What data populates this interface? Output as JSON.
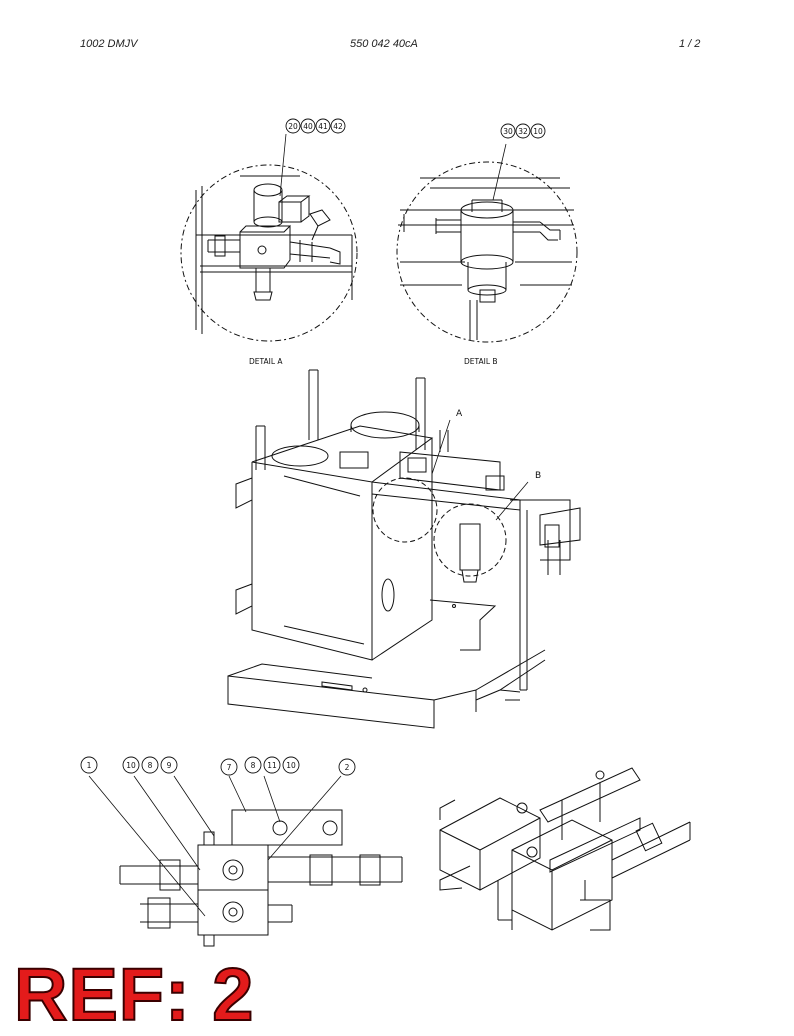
{
  "header": {
    "left": "1002 DMJV",
    "center": "550 042 40cA",
    "right": "1 /  2"
  },
  "details": {
    "a_label": "DETAIL A",
    "b_label": "DETAIL B",
    "a_balloons": [
      "20",
      "40",
      "41",
      "42"
    ],
    "b_balloons": [
      "30",
      "32",
      "10"
    ]
  },
  "main_view": {
    "callout_a": "A",
    "callout_b": "B"
  },
  "exploded_view": {
    "balloons": [
      "1",
      "10",
      "8",
      "9",
      "7",
      "8",
      "11",
      "10",
      "2"
    ]
  },
  "reference": {
    "text": "REF: 2",
    "color": "#e31b1b"
  }
}
